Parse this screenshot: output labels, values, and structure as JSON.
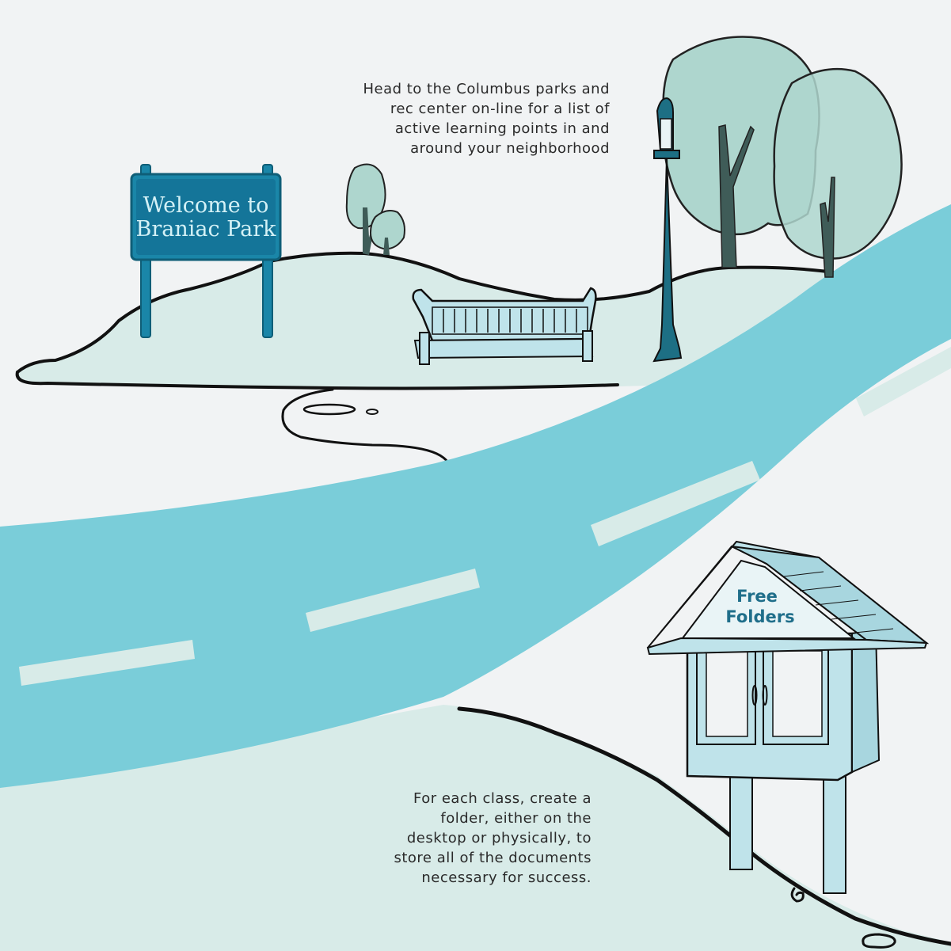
{
  "park_sign": {
    "line1": "Welcome to",
    "line2": "Braniac Park"
  },
  "library_box": {
    "line1": "Free",
    "line2": "Folders"
  },
  "top_caption": {
    "lines": [
      "Head to the Columbus parks and",
      "rec center on-line for a list of",
      "active learning points in and",
      "around your neighborhood"
    ]
  },
  "bottom_caption": {
    "lines": [
      "For each class, create a",
      "folder, either on the",
      "desktop or physically, to",
      "store all of the documents",
      "necessary for success."
    ]
  },
  "colors": {
    "background": "#f1f3f4",
    "grass": "#d8ebe8",
    "road": "#7acdd9",
    "road_stripe": "#d8ebe8",
    "tree_foliage": "#aed6ce",
    "tree_trunk": "#3f5c58",
    "sign_blue": "#1a86a8",
    "lamp_teal": "#1d6f84",
    "box_blue": "#bfe3ea"
  }
}
